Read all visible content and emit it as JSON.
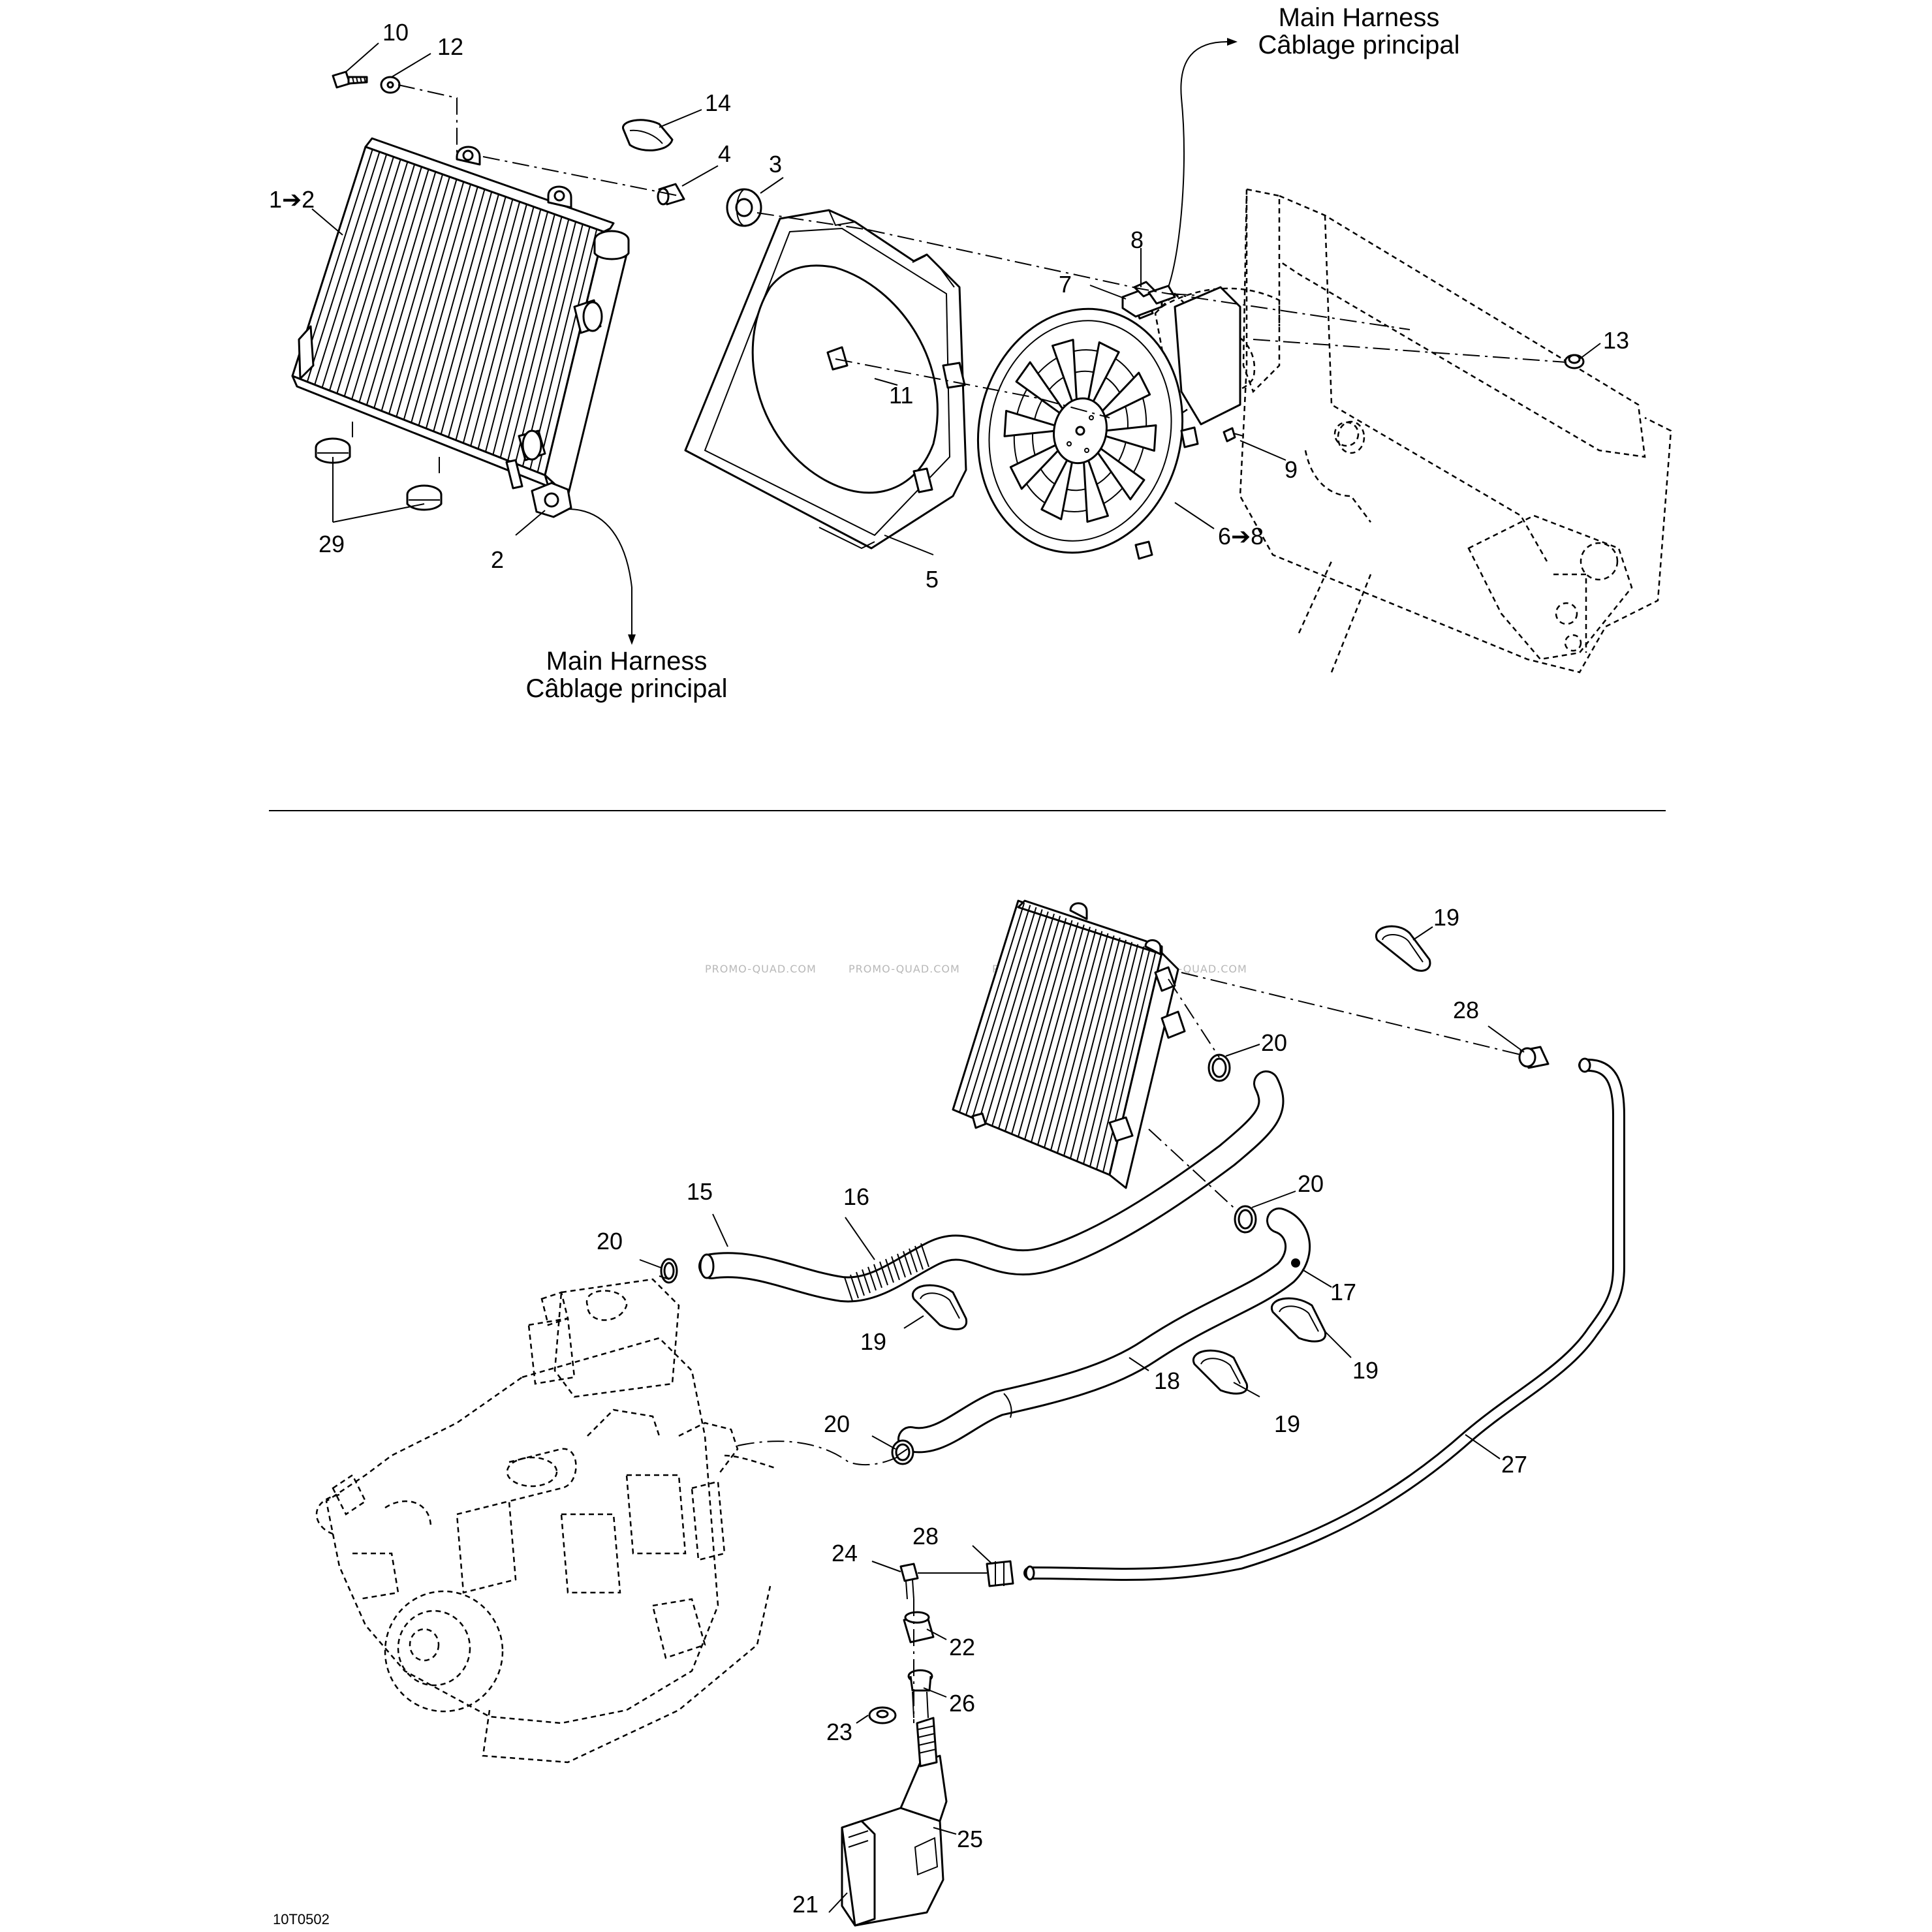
{
  "callouts": {
    "c10": "10",
    "c12": "12",
    "c14": "14",
    "c4": "4",
    "c3": "3",
    "c1to2": "1➔2",
    "c8": "8",
    "c7": "7",
    "c13": "13",
    "c11": "11",
    "c9": "9",
    "c6to8": "6➔8",
    "c29": "29",
    "c2": "2",
    "c5": "5",
    "b19a": "19",
    "b28a": "28",
    "b20a": "20",
    "b15": "15",
    "b16": "16",
    "b20b": "20",
    "b20c": "20",
    "b17": "17",
    "b19b": "19",
    "b19c": "19",
    "b18": "18",
    "b19d": "19",
    "b20d": "20",
    "b27": "27",
    "b28b": "28",
    "b24": "24",
    "b22": "22",
    "b26": "26",
    "b23": "23",
    "b25": "25",
    "b21": "21"
  },
  "harness_top": {
    "line1": "Main Harness",
    "line2": "Câblage principal"
  },
  "harness_bottom": {
    "line1": "Main Harness",
    "line2": "Câblage principal"
  },
  "watermark": "PROMO-QUAD.COM",
  "drawing_code": "10T0502"
}
